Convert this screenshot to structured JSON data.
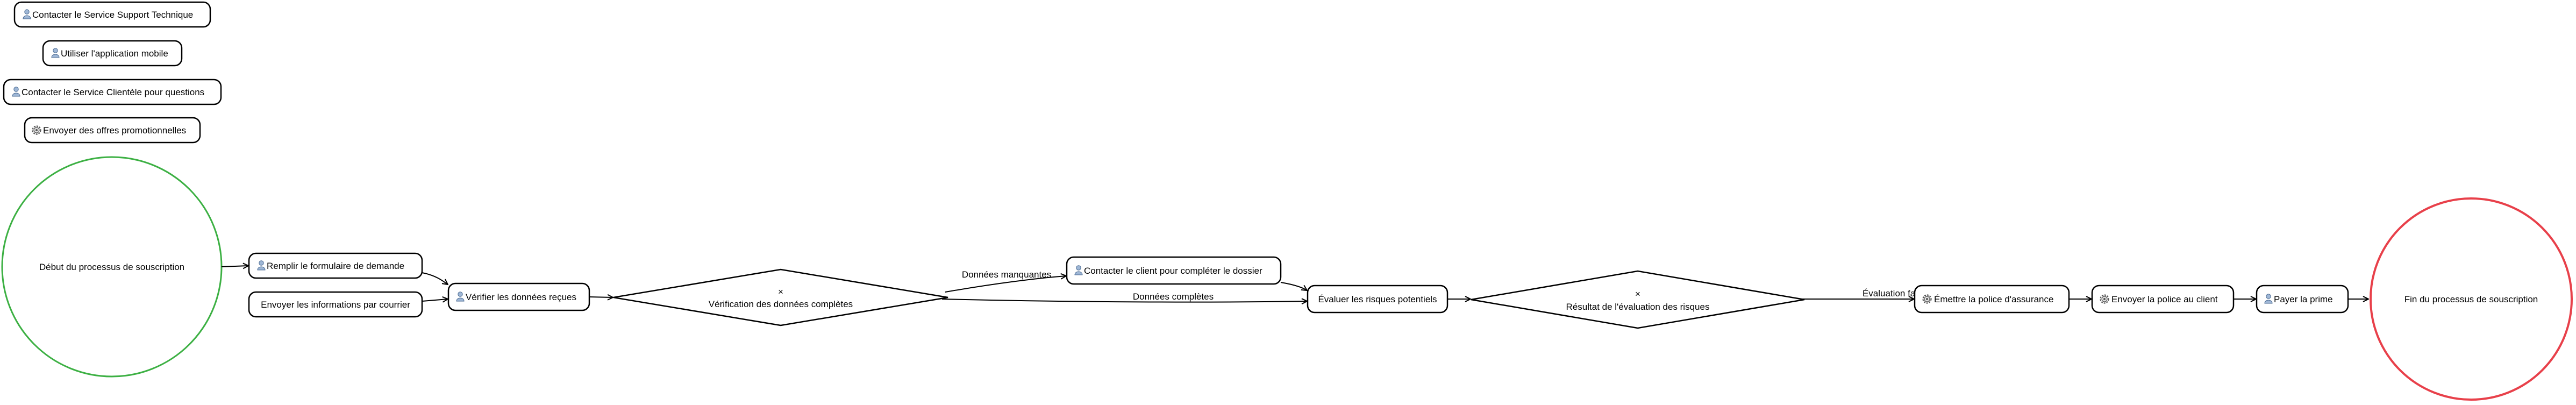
{
  "colors": {
    "start_event": "#3cb043",
    "end_event": "#e8404a",
    "stroke": "#000000",
    "background": "#ffffff"
  },
  "icons": {
    "user_task": "person-icon",
    "service_task": "gear-icon",
    "gateway_marker": "exclusive-x-icon"
  },
  "orphan_tasks": [
    {
      "id": "t-support",
      "label": "Contacter le Service Support Technique",
      "type": "user"
    },
    {
      "id": "t-app",
      "label": "Utiliser l'application mobile",
      "type": "user"
    },
    {
      "id": "t-clientele",
      "label": "Contacter le Service Clientèle pour questions",
      "type": "user"
    },
    {
      "id": "t-offres",
      "label": "Envoyer des offres promotionnelles",
      "type": "service"
    }
  ],
  "start_event": {
    "label": "Début du processus de souscription"
  },
  "end_event": {
    "label": "Fin du processus de souscription"
  },
  "tasks": {
    "remplir": {
      "label": "Remplir le formulaire de demande",
      "type": "user"
    },
    "courrier": {
      "label": "Envoyer les informations par courrier",
      "type": "none"
    },
    "verifier": {
      "label": "Vérifier les données reçues",
      "type": "user"
    },
    "contacter": {
      "label": "Contacter le client pour compléter le dossier",
      "type": "user"
    },
    "evaluer": {
      "label": "Évaluer les risques potentiels",
      "type": "none"
    },
    "emettre": {
      "label": "Émettre la police d'assurance",
      "type": "service"
    },
    "envoyer_police": {
      "label": "Envoyer la police au client",
      "type": "service"
    },
    "payer": {
      "label": "Payer la prime",
      "type": "user"
    }
  },
  "gateways": {
    "g1": {
      "marker": "×",
      "label": "Vérification des données complètes"
    },
    "g2": {
      "marker": "×",
      "label": "Résultat de l'évaluation des risques"
    }
  },
  "edge_labels": {
    "manquantes": "Données manquantes",
    "completes": "Données complètes",
    "favorable": "Évaluation favorable"
  }
}
